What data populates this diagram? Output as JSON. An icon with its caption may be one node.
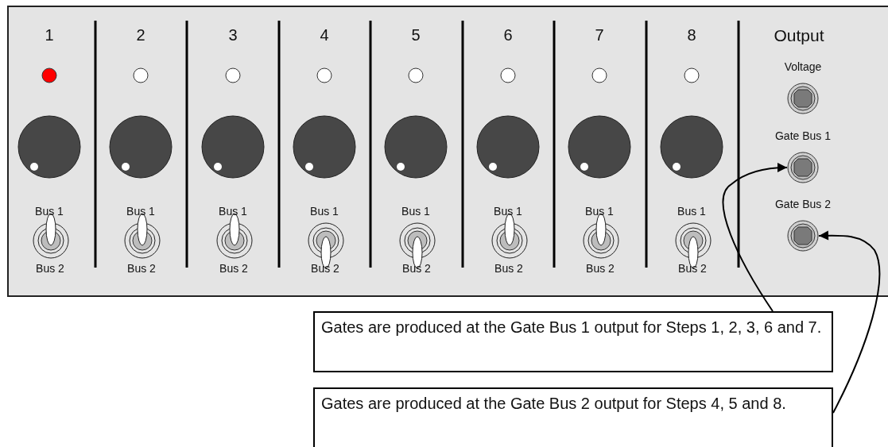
{
  "diagram": {
    "nodes": [
      {
        "text": [
          "Voltage"
        ]
      },
      {
        "text": [
          "Gate Bus 1"
        ]
      },
      {
        "text": [
          "Gate Bus 2"
        ]
      },
      {
        "text": [
          "Gates are produced at the Gate Bus 1 output for Steps 1, 2, 3, 6 and 7."
        ]
      },
      {
        "text": [
          "Gates are produced at the Gate Bus 2 output for Steps 4, 5 and 8."
        ]
      }
    ],
    "edges": [
      {
        "from": 3,
        "to": 1,
        "arrow": "to"
      },
      {
        "from": 4,
        "to": 2,
        "arrow": "to"
      }
    ],
    "labels": [
      "1",
      "2",
      "3",
      "4",
      "5",
      "6",
      "7",
      "8",
      "Output",
      "Bus 1",
      "Bus 1",
      "Bus 1",
      "Bus 1",
      "Bus 1",
      "Bus 1",
      "Bus 1",
      "Bus 1",
      "Bus 2",
      "Bus 2",
      "Bus 2",
      "Bus 2",
      "Bus 2",
      "Bus 2",
      "Bus 2",
      "Bus 2"
    ]
  }
}
